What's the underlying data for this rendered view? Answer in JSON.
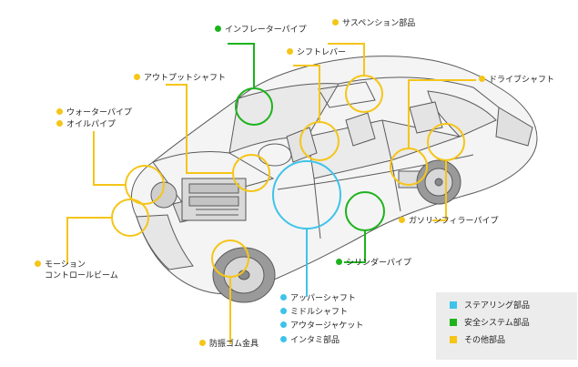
{
  "colors": {
    "other": "#f5c518",
    "safety": "#1db31d",
    "steering": "#3ec3ea",
    "car_line": "#5a5a5a",
    "car_fill": "#f2f2f2",
    "legend_bg": "#ececec"
  },
  "labels": {
    "inflator_pipe": "インフレーターパイプ",
    "suspension_parts": "サスペンション部品",
    "shift_lever": "シフトレバー",
    "output_shaft": "アウトプットシャフト",
    "drive_shaft": "ドライブシャフト",
    "water_pipe": "ウォーターパイプ",
    "oil_pipe": "オイルパイプ",
    "gasoline_filler_pipe": "ガソリンフィラーパイプ",
    "motion_control_beam_line1": "モーション",
    "motion_control_beam_line2": "コントロールビーム",
    "cylinder_pipe": "シリンダーパイプ",
    "upper_shaft": "アッパーシャフト",
    "middle_shaft": "ミドルシャフト",
    "outer_jacket": "アウタージャケット",
    "intermediate_parts": "インタミ部品",
    "anti_vibration_rubber": "防振ゴム金具"
  },
  "legend": {
    "steering_label": "ステアリング部品",
    "safety_label": "安全システム部品",
    "other_label": "その他部品"
  }
}
